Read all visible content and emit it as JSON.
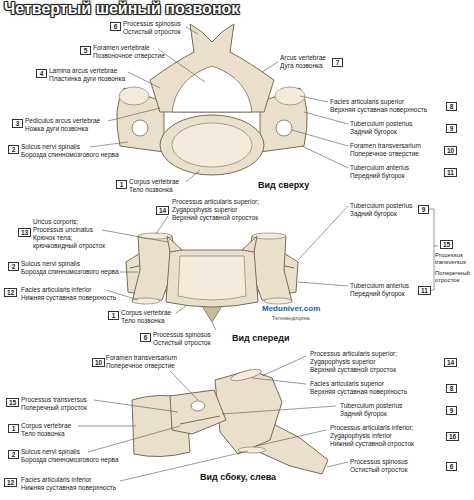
{
  "diagram": {
    "title": "Четвертый шейный позвонок",
    "labels": [
      "6",
      "Processus spinosus",
      "Остистый отросток",
      "5",
      "Foramen vertebrale",
      "Позвоночное отверстие",
      "4",
      "Lamina arcus vertebrae",
      "Пластинка дуги позвонка",
      "Arcus vertebrae",
      "Дуга позвонка",
      "7",
      "Facies articularis superior",
      "Верхняя суставная поверхность",
      "8",
      "3",
      "Pediculus arcus vertebrae",
      "Ножка дуги позвонка",
      "Tuberculum posterius",
      "Задний бугорок",
      "9",
      "2",
      "Sulcus nervi spinalis",
      "Борозда спинномозгового нерва",
      "Foramen transversarium",
      "Поперечное отверстие",
      "10",
      "Tuberculum anterius",
      "Передний бугорок",
      "11",
      "1",
      "Corpus vertebrae",
      "Тело позвонка",
      "Вид сверху",
      "Processus articularis superior;",
      "Zygapophysis superior",
      "Верхний суставной отросток",
      "14",
      "13",
      "Uncus corporis;",
      "Processus uncinatus",
      "Крючок тела;",
      "крючковидный отросток",
      "Tuberculum posterius",
      "Задний бугорок",
      "9",
      "15",
      "Processus transversus",
      "Поперечный отросток",
      "2",
      "Sulcus nervi spinalis",
      "Борозда спинномозгового нерва",
      "Tuberculum anterius",
      "Передний бугорок",
      "11",
      "12",
      "Facies articularis inferior",
      "Нижняя суставная поверхность",
      "1",
      "Corpus vertebrae",
      "Тело позвонка",
      "Meduniver.com",
      "Телемедицина",
      "6",
      "Processus spinosus",
      "Остистый отросток",
      "Вид спереди",
      "10",
      "Foramen transversarium",
      "Поперечное отверстие",
      "Processus articularis superior;",
      "Zygapophysis superior",
      "Верхний суставной отросток",
      "14",
      "Facies articularis superior",
      "Верхняя суставная поверхность",
      "8",
      "15",
      "Processus transversus",
      "Поперечный отросток",
      "Tuberculum posterius",
      "Задний бугорок",
      "9",
      "1",
      "Corpus vertebrae",
      "Тело позвонка",
      "Processus articularis inferior;",
      "Zygapophysis inferior",
      "Нижний суставной отросток",
      "16",
      "2",
      "Sulcus nervi spinalis",
      "Борозда спинномозгового нерва",
      "Processus spinosus",
      "Остистый отросток",
      "6",
      "Вид сбоку, слева",
      "12",
      "Facies articularis inferior",
      "Нижняя суставная поверхность"
    ]
  }
}
